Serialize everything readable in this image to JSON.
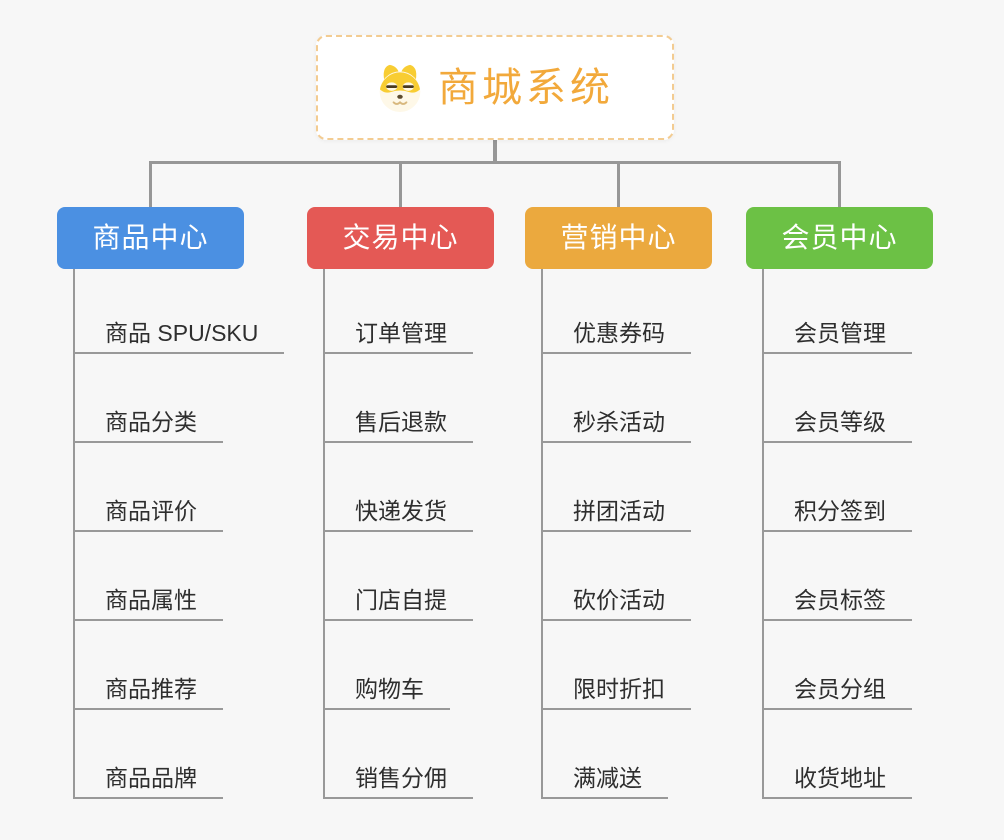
{
  "background": "#F7F7F7",
  "connector_color": "#979797",
  "root": {
    "title": "商城系统",
    "icon": "shiba-dog-icon",
    "text_color": "#F2A93B",
    "border_color": "#F3CC92"
  },
  "branches": [
    {
      "label": "商品中心",
      "color": "#4B90E2",
      "children": [
        "商品 SPU/SKU",
        "商品分类",
        "商品评价",
        "商品属性",
        "商品推荐",
        "商品品牌"
      ]
    },
    {
      "label": "交易中心",
      "color": "#E45955",
      "children": [
        "订单管理",
        "售后退款",
        "快递发货",
        "门店自提",
        "购物车",
        "销售分佣"
      ]
    },
    {
      "label": "营销中心",
      "color": "#EBA93E",
      "children": [
        "优惠券码",
        "秒杀活动",
        "拼团活动",
        "砍价活动",
        "限时折扣",
        "满减送"
      ]
    },
    {
      "label": "会员中心",
      "color": "#6CC145",
      "children": [
        "会员管理",
        "会员等级",
        "积分签到",
        "会员标签",
        "会员分组",
        "收货地址"
      ]
    }
  ]
}
